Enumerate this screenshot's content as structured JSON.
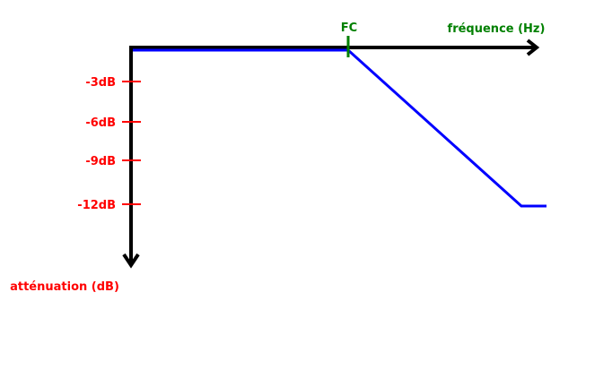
{
  "axes": {
    "x_label": "fréquence (Hz)",
    "y_label": "atténuation (dB)",
    "cutoff_label": "FC"
  },
  "ticks": [
    {
      "label": "-3dB",
      "value": -3
    },
    {
      "label": "-6dB",
      "value": -6
    },
    {
      "label": "-9dB",
      "value": -9
    },
    {
      "label": "-12dB",
      "value": -12
    }
  ],
  "colors": {
    "axis": "#000000",
    "curve": "#0000ff",
    "tick": "#ff0000",
    "cutoff": "#008000"
  }
}
